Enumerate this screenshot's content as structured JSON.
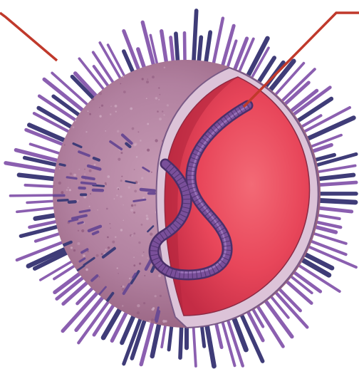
{
  "figure": {
    "subject": "",
    "labels": []
  },
  "colors": {
    "background": "#ffffff",
    "spike_light": "#8b5fb0",
    "spike_dark": "#3f3c78",
    "envelope_outer": "#b98aa6",
    "envelope_inner": "#a86f95",
    "membrane_band": "#d9c0d6",
    "capsid_fill": "#e8465a",
    "capsid_inner": "#f0606d",
    "capsid_shade": "#c42c45",
    "rna_strand": "#7a4f9a",
    "rna_edge": "#4a2f6a",
    "leader_line": "#c0392b"
  },
  "icons": {
    "envelope": "viral-envelope",
    "spikes": "glycoprotein-spikes",
    "capsid": "cutaway-interior",
    "genome": "rna-strand",
    "callouts": "leader-lines"
  }
}
